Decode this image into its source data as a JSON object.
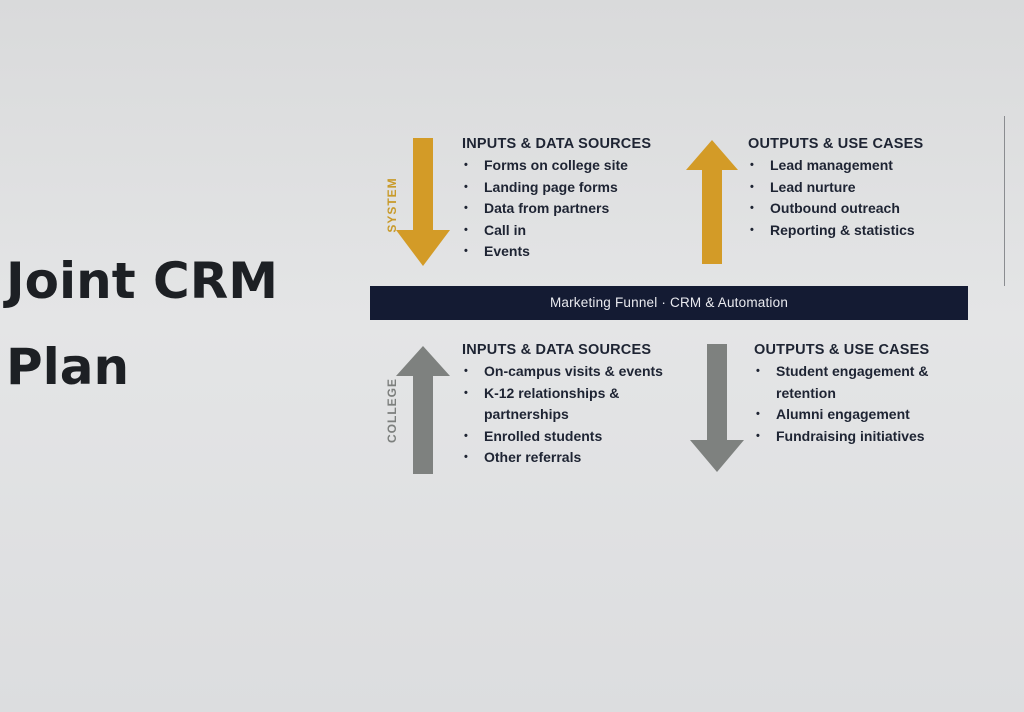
{
  "title": "Joint CRM Plan",
  "system": {
    "label": "SYSTEM",
    "inputs": {
      "heading": "INPUTS & DATA SOURCES",
      "items": [
        "Forms on college site",
        "Landing page forms",
        "Data from partners",
        "Call in",
        "Events"
      ]
    },
    "outputs": {
      "heading": "OUTPUTS & USE CASES",
      "items": [
        "Lead management",
        "Lead nurture",
        "Outbound outreach",
        "Reporting & statistics"
      ]
    }
  },
  "funnel_bar": "Marketing Funnel · CRM & Automation",
  "college": {
    "label": "COLLEGE",
    "inputs": {
      "heading": "INPUTS & DATA SOURCES",
      "items": [
        "On-campus visits & events",
        "K-12 relationships & partnerships",
        "Enrolled students",
        "Other referrals"
      ]
    },
    "outputs": {
      "heading": "OUTPUTS & USE CASES",
      "items": [
        "Student engagement & retention",
        "Alumni engagement",
        "Fundraising initiatives"
      ]
    }
  },
  "colors": {
    "system_arrow": "#d39b27",
    "college_arrow": "#7e817f",
    "funnel_bar": "#141b33",
    "text": "#1e2433"
  }
}
